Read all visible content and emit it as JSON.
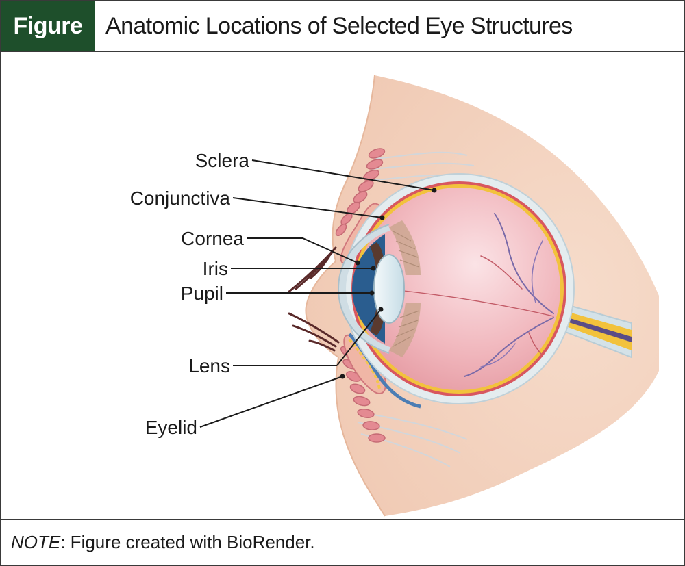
{
  "header": {
    "tag": "Figure",
    "title": "Anatomic Locations of Selected Eye Structures"
  },
  "labels": {
    "sclera": "Sclera",
    "conjunctiva": "Conjunctiva",
    "cornea": "Cornea",
    "iris": "Iris",
    "pupil": "Pupil",
    "lens": "Lens",
    "eyelid": "Eyelid"
  },
  "footer": {
    "note_label": "NOTE",
    "note_text": ": Figure created with BioRender."
  },
  "colors": {
    "header_tag_bg": "#1e4f2b",
    "skin": "#f4d2bf",
    "sclera": "#e4ecef",
    "retina": "#e8a4aa",
    "choroid_yellow": "#f2c23c"
  }
}
